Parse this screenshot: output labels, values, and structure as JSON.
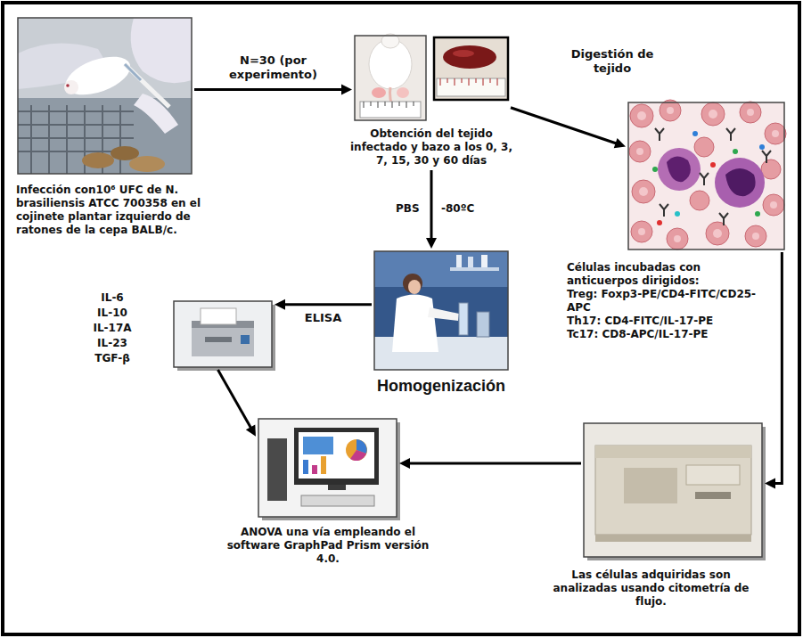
{
  "diagram": {
    "nodes": [
      {
        "text": [
          "Infección con10⁶ UFC de N. brasiliensis ATCC 700358 en el cojinete plantar izquierdo de ratones de la cepa BALB/c."
        ]
      },
      {
        "text": [
          "Obtención del tejido infectado y bazo a los 0, 3, 7, 15, 30 y 60 días"
        ]
      },
      {
        "text": [
          "Digestión de tejido",
          "Células incubadas con anticuerpos dirigidos:",
          "Treg: Foxp3-PE/CD4-FITC/CD25-APC",
          "Th17: CD4-FITC/IL-17-PE",
          "Tc17: CD8-APC/IL-17-PE"
        ]
      },
      {
        "text": [
          "Homogenización"
        ]
      },
      {
        "text": [
          "IL-6",
          "IL-10",
          "IL-17A",
          "IL-23",
          "TGF-β"
        ]
      },
      {
        "text": [
          "ANOVA una vía empleando el software GraphPad Prism versión 4.0."
        ]
      },
      {
        "text": [
          "Las células adquiridas son analizadas usando citometría de flujo."
        ]
      }
    ],
    "edges": [
      {
        "from": 0,
        "to": 1,
        "arrow": "to",
        "label": "N=30 (por experimento)"
      },
      {
        "from": 1,
        "to": 2,
        "arrow": "to"
      },
      {
        "from": 1,
        "to": 3,
        "arrow": "to"
      },
      {
        "from": 3,
        "to": 4,
        "arrow": "to",
        "label": "ELISA"
      },
      {
        "from": 4,
        "to": 5,
        "arrow": "to"
      },
      {
        "from": 2,
        "to": 6,
        "arrow": "to"
      },
      {
        "from": 6,
        "to": 5,
        "arrow": "to"
      }
    ],
    "labels": [
      "PBS",
      "-80ºC"
    ]
  }
}
